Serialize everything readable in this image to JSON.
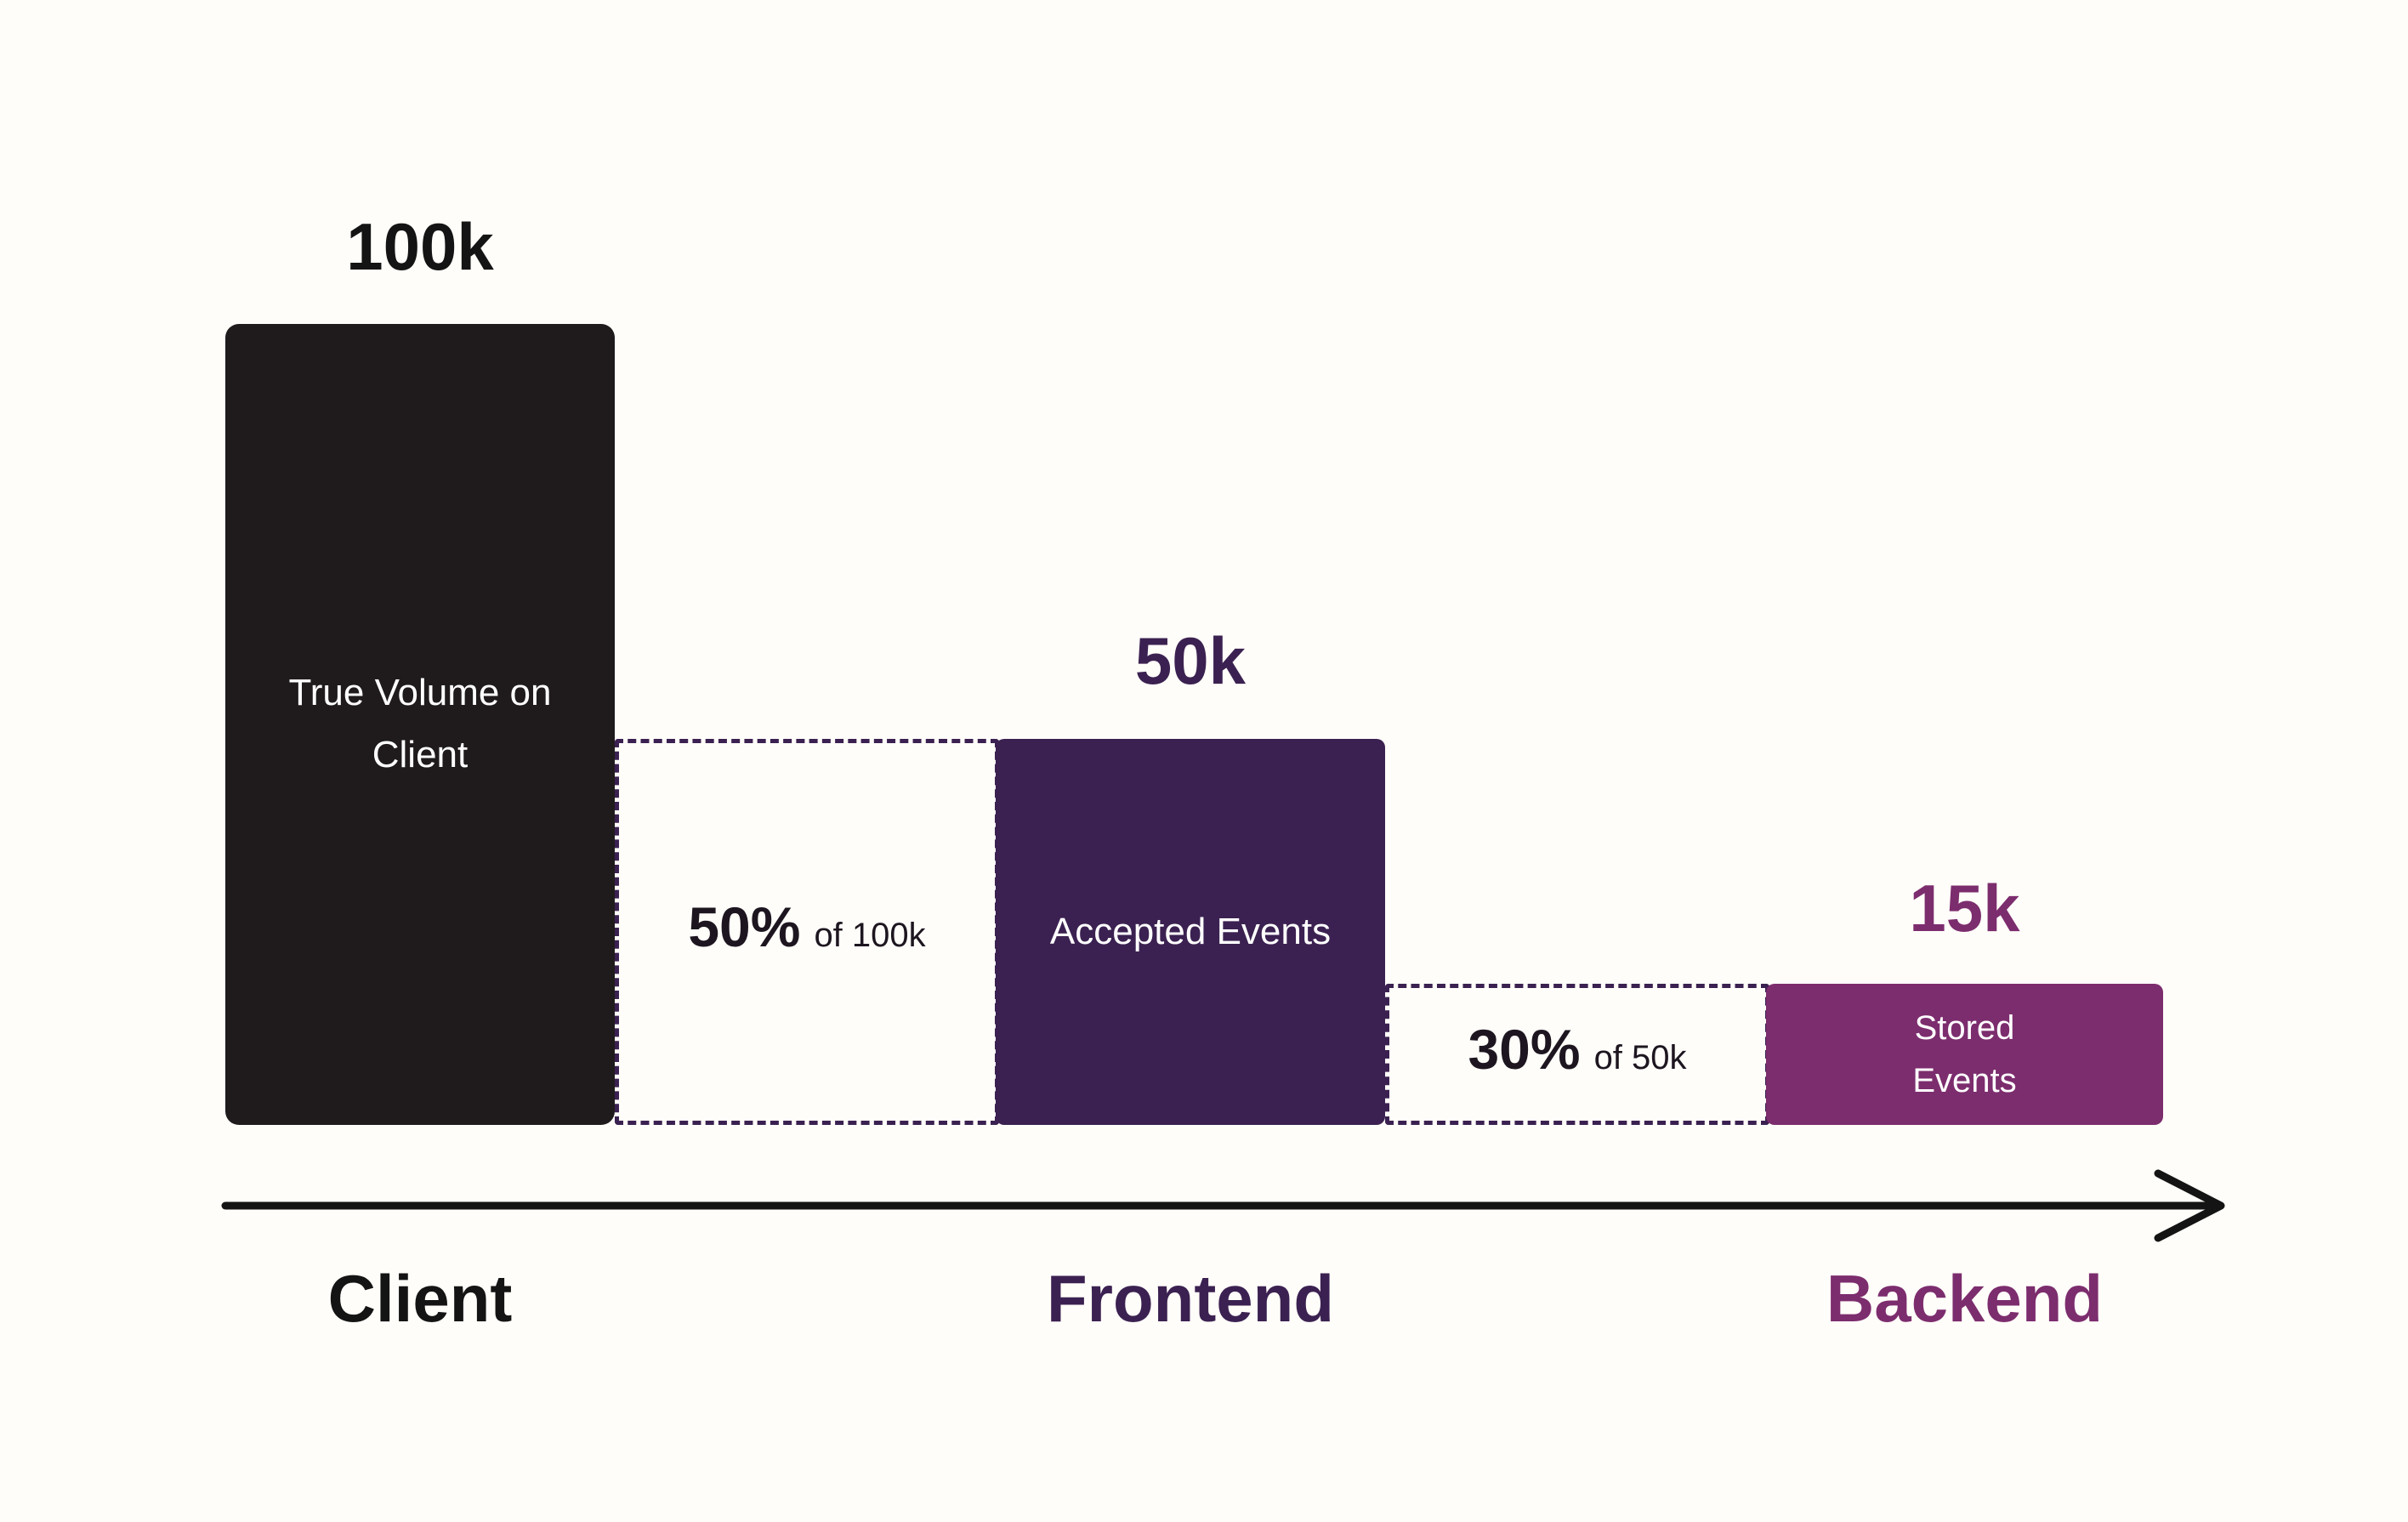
{
  "colors": {
    "background": "#fffdf9",
    "client_bar": "#1f1b1d",
    "frontend_bar": "#3b2151",
    "backend_bar": "#7c2d6e",
    "dashed_border": "#3b2151",
    "arrow": "#141414",
    "percent_text": "#1d1620",
    "client_text": "#141414"
  },
  "chart_data": {
    "type": "bar",
    "categories": [
      "Client",
      "Frontend",
      "Backend"
    ],
    "values": [
      100000,
      50000,
      15000
    ],
    "value_labels": [
      "100k",
      "50k",
      "15k"
    ],
    "bar_labels": [
      "True Volume on Client",
      "Accepted Events",
      "Stored Events"
    ],
    "annotations": [
      {
        "between": [
          "Client",
          "Frontend"
        ],
        "text": "50% of 100k"
      },
      {
        "between": [
          "Frontend",
          "Backend"
        ],
        "text": "30% of 50k"
      }
    ],
    "xlabel": "",
    "ylabel": "",
    "legend": false,
    "grid": false,
    "axis_style": "horizontal arrow pointing right"
  },
  "bars": {
    "client": {
      "value": "100k",
      "label": "True Volume on Client"
    },
    "frontend": {
      "value": "50k",
      "label": "Accepted Events"
    },
    "backend": {
      "value": "15k",
      "label": "Stored Events"
    }
  },
  "drops": {
    "frontend": {
      "percent": "50%",
      "basis": "of 100k"
    },
    "backend": {
      "percent": "30%",
      "basis": "of 50k"
    }
  },
  "axis": {
    "client": "Client",
    "frontend": "Frontend",
    "backend": "Backend"
  }
}
